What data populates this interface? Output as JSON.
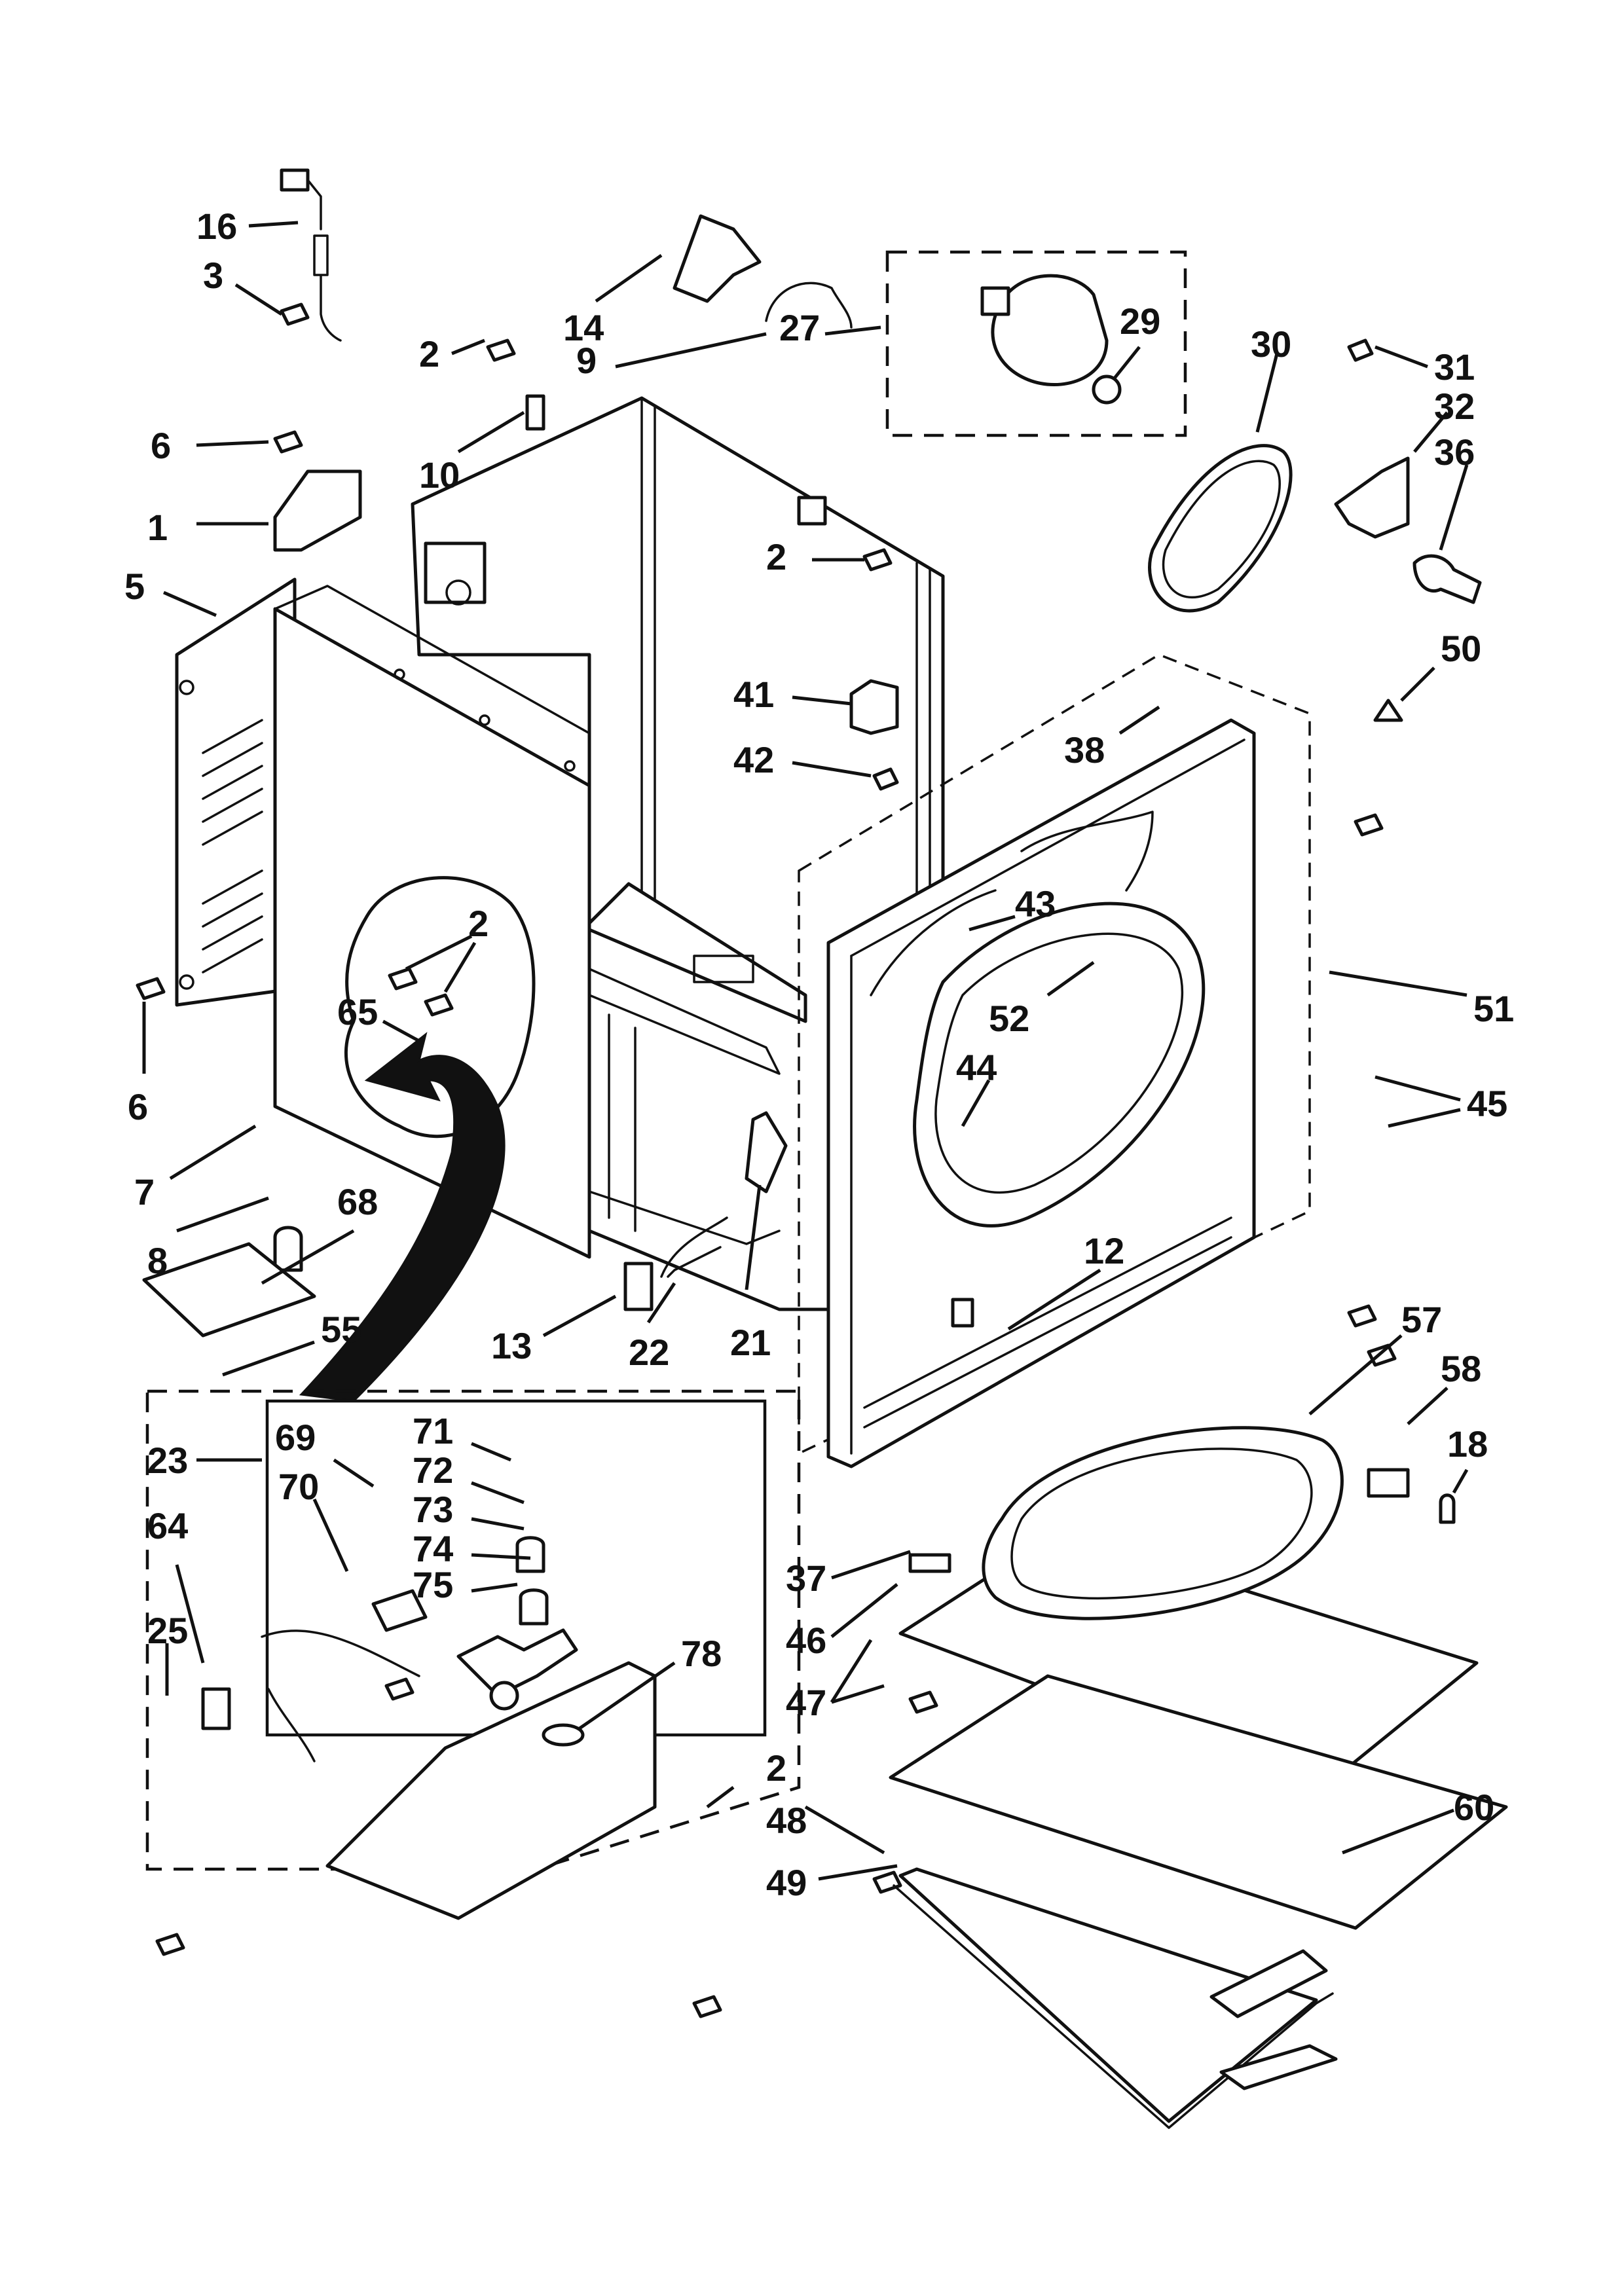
{
  "colors": {
    "ink": "#111111",
    "paper": "#ffffff"
  },
  "callouts": [
    {
      "id": "c16a",
      "text": "16"
    },
    {
      "id": "c3",
      "text": "3"
    },
    {
      "id": "c14",
      "text": "14"
    },
    {
      "id": "c9",
      "text": "9"
    },
    {
      "id": "c27",
      "text": "27"
    },
    {
      "id": "c29",
      "text": "29"
    },
    {
      "id": "c30",
      "text": "30"
    },
    {
      "id": "c31",
      "text": "31"
    },
    {
      "id": "c32",
      "text": "32"
    },
    {
      "id": "c36",
      "text": "36"
    },
    {
      "id": "c2a",
      "text": "2"
    },
    {
      "id": "c10",
      "text": "10"
    },
    {
      "id": "c6a",
      "text": "6"
    },
    {
      "id": "c1",
      "text": "1"
    },
    {
      "id": "c5",
      "text": "5"
    },
    {
      "id": "c2b",
      "text": "2"
    },
    {
      "id": "c41",
      "text": "41"
    },
    {
      "id": "c42",
      "text": "42"
    },
    {
      "id": "c38",
      "text": "38"
    },
    {
      "id": "c50",
      "text": "50"
    },
    {
      "id": "c43",
      "text": "43"
    },
    {
      "id": "c51",
      "text": "51"
    },
    {
      "id": "c52",
      "text": "52"
    },
    {
      "id": "c44",
      "text": "44"
    },
    {
      "id": "c45",
      "text": "45"
    },
    {
      "id": "c2c",
      "text": "2"
    },
    {
      "id": "c65",
      "text": "65"
    },
    {
      "id": "c6b",
      "text": "6"
    },
    {
      "id": "c7",
      "text": "7"
    },
    {
      "id": "c8",
      "text": "8"
    },
    {
      "id": "c68",
      "text": "68"
    },
    {
      "id": "c13",
      "text": "13"
    },
    {
      "id": "c22",
      "text": "22"
    },
    {
      "id": "c21",
      "text": "21"
    },
    {
      "id": "c12",
      "text": "12"
    },
    {
      "id": "c55",
      "text": "55"
    },
    {
      "id": "c57",
      "text": "57"
    },
    {
      "id": "c58",
      "text": "58"
    },
    {
      "id": "c18",
      "text": "18"
    },
    {
      "id": "c23",
      "text": "23"
    },
    {
      "id": "c69",
      "text": "69"
    },
    {
      "id": "c71",
      "text": "71"
    },
    {
      "id": "c72",
      "text": "72"
    },
    {
      "id": "c70",
      "text": "70"
    },
    {
      "id": "c73",
      "text": "73"
    },
    {
      "id": "c74",
      "text": "74"
    },
    {
      "id": "c75",
      "text": "75"
    },
    {
      "id": "c64",
      "text": "64"
    },
    {
      "id": "c25",
      "text": "25"
    },
    {
      "id": "c78",
      "text": "78"
    },
    {
      "id": "c37",
      "text": "37"
    },
    {
      "id": "c46",
      "text": "46"
    },
    {
      "id": "c47",
      "text": "47"
    },
    {
      "id": "c2d",
      "text": "2"
    },
    {
      "id": "c48",
      "text": "48"
    },
    {
      "id": "c60",
      "text": "60"
    },
    {
      "id": "c49",
      "text": "49"
    }
  ]
}
